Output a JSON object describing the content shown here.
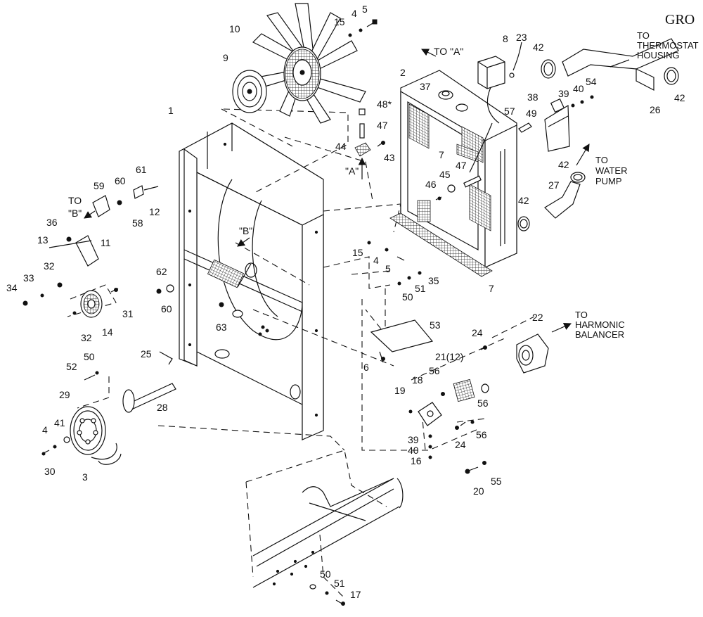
{
  "header": {
    "group_text": "GRO"
  },
  "notes": {
    "to_thermostat_1": "TO",
    "to_thermostat_2": "THERMOSTAT",
    "to_thermostat_3": "HOUSING",
    "to_water_1": "TO",
    "to_water_2": "WATER",
    "to_water_3": "PUMP",
    "to_harmonic_1": "TO",
    "to_harmonic_2": "HARMONIC",
    "to_harmonic_3": "BALANCER",
    "to_b_1": "TO",
    "to_b_2": "\"B\"",
    "to_a": "TO \"A\"",
    "view_a": "\"A\"",
    "view_b": "\"B\""
  },
  "callouts": {
    "c1": "1",
    "c2": "2",
    "c3": "3",
    "c4a": "4",
    "c4b": "4",
    "c4c": "4",
    "c5a": "5",
    "c5b": "5",
    "c6": "6",
    "c7a": "7",
    "c7b": "7",
    "c8": "8",
    "c9": "9",
    "c10": "10",
    "c11": "11",
    "c12": "12",
    "c13": "13",
    "c14": "14",
    "c15a": "15",
    "c15b": "15",
    "c16": "16",
    "c17": "17",
    "c18": "18",
    "c19": "19",
    "c20": "20",
    "c21": "21(12)",
    "c22": "22",
    "c23": "23",
    "c24a": "24",
    "c24b": "24",
    "c25": "25",
    "c26": "26",
    "c27": "27",
    "c28": "28",
    "c29": "29",
    "c30": "30",
    "c31": "31",
    "c32a": "32",
    "c32b": "32",
    "c33": "33",
    "c34": "34",
    "c35": "35",
    "c36": "36",
    "c37": "37",
    "c38": "38",
    "c39a": "39",
    "c39b": "39",
    "c40a": "40",
    "c40b": "40",
    "c41": "41",
    "c42a": "42",
    "c42b": "42",
    "c42c": "42",
    "c42d": "42",
    "c43": "43",
    "c44": "44",
    "c45": "45",
    "c46": "46",
    "c47a": "47",
    "c47b": "47",
    "c48": "48*",
    "c49": "49",
    "c50a": "50",
    "c50b": "50",
    "c50c": "50",
    "c51a": "51",
    "c51b": "51",
    "c52": "52",
    "c53": "53",
    "c54": "54",
    "c55": "55",
    "c56a": "56",
    "c56b": "56",
    "c56c": "56",
    "c57": "57",
    "c58": "58",
    "c59": "59",
    "c60a": "60",
    "c60b": "60",
    "c61": "61",
    "c62": "62",
    "c63": "63"
  }
}
